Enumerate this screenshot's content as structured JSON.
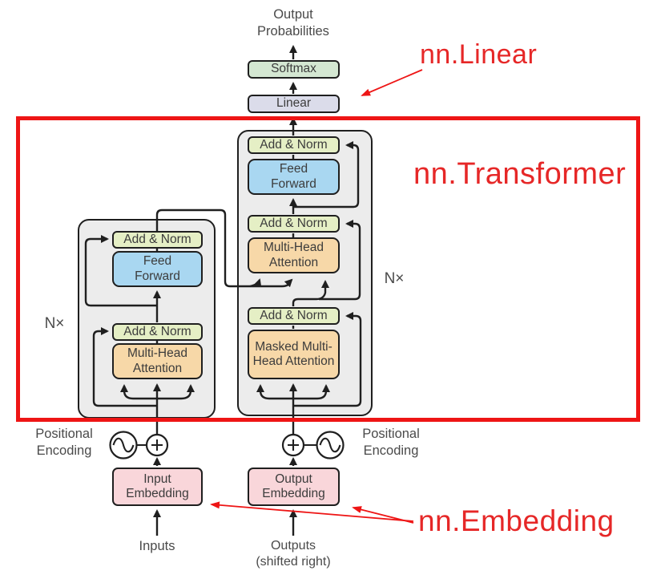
{
  "diagram": {
    "output_probabilities": "Output Probabilities",
    "softmax": "Softmax",
    "linear": "Linear",
    "add_norm": "Add & Norm",
    "feed_forward": "Feed Forward",
    "multi_head_attention": "Multi-Head Attention",
    "masked_multi_head_attention": "Masked Multi-Head Attention",
    "n_times": "N×",
    "positional_encoding": "Positional Encoding",
    "input_embedding": "Input Embedding",
    "output_embedding": "Output Embedding",
    "inputs": "Inputs",
    "outputs_shifted": "Outputs (shifted right)"
  },
  "annotations": {
    "nn_linear": "nn.Linear",
    "nn_transformer": "nn.Transformer",
    "nn_embedding": "nn.Embedding"
  },
  "colors": {
    "annotation_red": "#ee1515",
    "softmax_green": "#d4e7d2",
    "linear_lavender": "#dbdcea",
    "add_norm_yellow": "#e5efc5",
    "feed_forward_blue": "#a9d7f1",
    "attention_orange": "#f7d8a8",
    "embedding_pink": "#f9d6da",
    "container_gray": "#ececec",
    "line_black": "#1f1f1f"
  }
}
